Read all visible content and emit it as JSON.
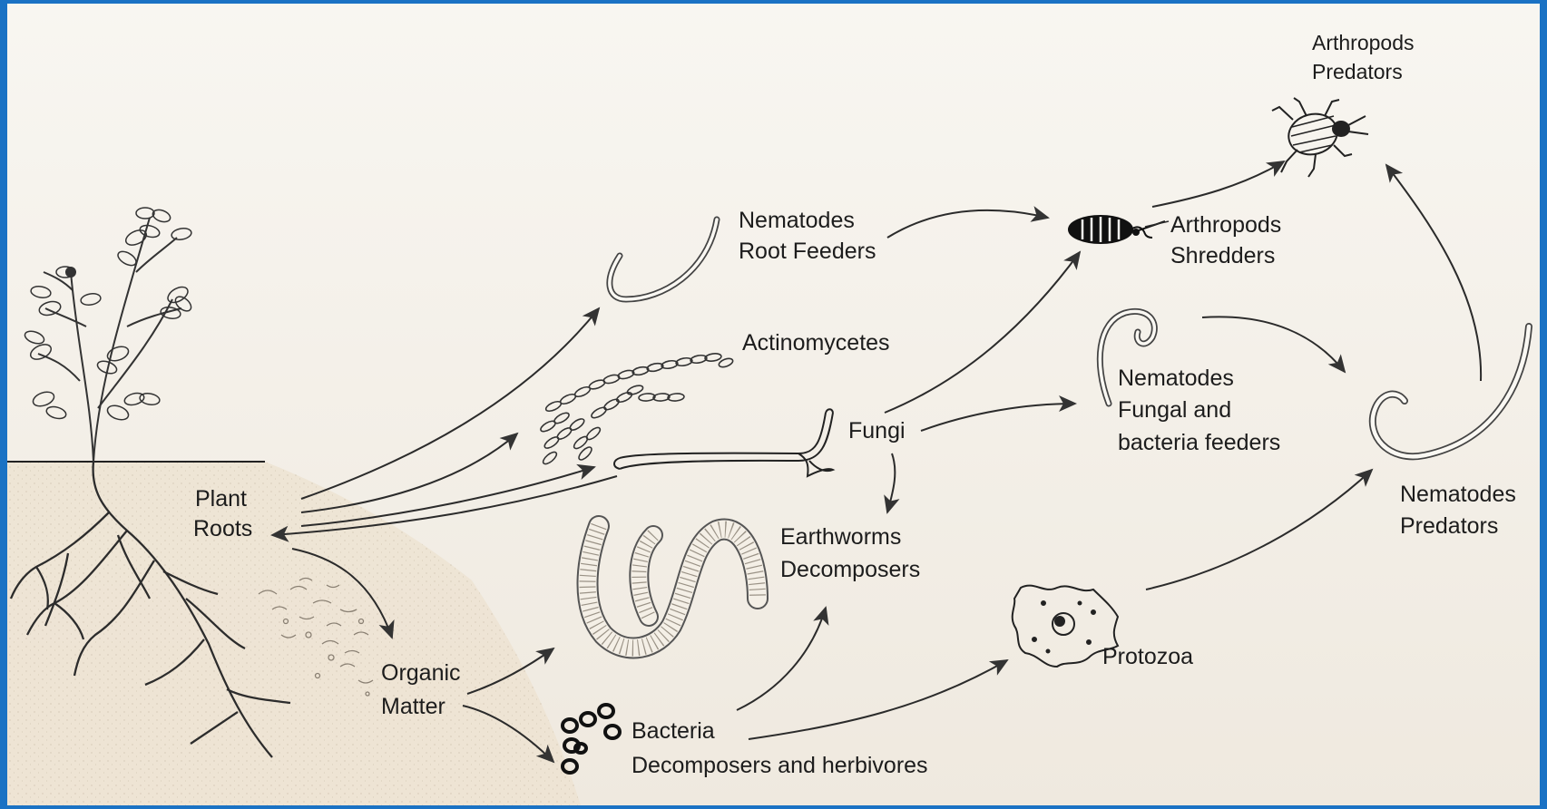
{
  "figure": {
    "nodes": {
      "plant_roots": {
        "line1": "Plant",
        "line2": "Roots"
      },
      "organic_matter": {
        "line1": "Organic",
        "line2": "Matter"
      },
      "nematodes_root_feeders": {
        "name": "Nematodes",
        "role": "Root Feeders"
      },
      "actinomycetes": {
        "name": "Actinomycetes"
      },
      "fungi": {
        "name": "Fungi"
      },
      "earthworms": {
        "name": "Earthworms",
        "role": "Decomposers"
      },
      "bacteria": {
        "name": "Bacteria",
        "role": "Decomposers and herbivores"
      },
      "protozoa": {
        "name": "Protozoa"
      },
      "arthropods_shredders": {
        "name": "Arthropods",
        "role": "Shredders"
      },
      "arthropods_predators": {
        "name": "Arthropods",
        "role": "Predators"
      },
      "nematodes_fungal_bacteria_feeders": {
        "name": "Nematodes",
        "role_line1": "Fungal and",
        "role_line2": "bacteria feeders"
      },
      "nematodes_predators": {
        "name": "Nematodes",
        "role": "Predators"
      }
    },
    "edges": [
      [
        "plant_roots",
        "nematodes_root_feeders"
      ],
      [
        "plant_roots",
        "actinomycetes"
      ],
      [
        "plant_roots",
        "fungi"
      ],
      [
        "fungi",
        "plant_roots"
      ],
      [
        "plant_roots",
        "organic_matter"
      ],
      [
        "organic_matter",
        "earthworms"
      ],
      [
        "organic_matter",
        "bacteria"
      ],
      [
        "bacteria",
        "earthworms"
      ],
      [
        "bacteria",
        "protozoa"
      ],
      [
        "fungi",
        "earthworms"
      ],
      [
        "fungi",
        "arthropods_shredders"
      ],
      [
        "fungi",
        "nematodes_fungal_bacteria_feeders"
      ],
      [
        "nematodes_root_feeders",
        "arthropods_shredders"
      ],
      [
        "arthropods_shredders",
        "arthropods_predators"
      ],
      [
        "nematodes_fungal_bacteria_feeders",
        "nematodes_predators"
      ],
      [
        "protozoa",
        "nematodes_predators"
      ],
      [
        "nematodes_predators",
        "arthropods_predators"
      ]
    ]
  }
}
